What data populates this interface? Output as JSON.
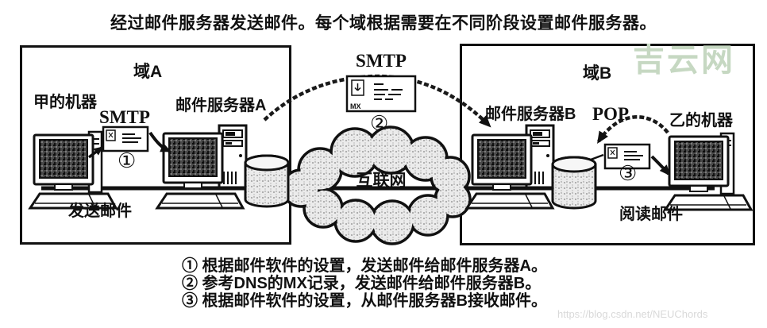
{
  "title": "经过邮件服务器发送邮件。每个域根据需要在不同阶段设置邮件服务器。",
  "domain_a": {
    "label": "域A",
    "machine_label": "甲的机器",
    "server_label": "邮件服务器A",
    "protocol": "SMTP",
    "step": "①",
    "action_label": "发送邮件"
  },
  "internet": {
    "label": "互联网",
    "protocol": "SMTP",
    "envelope_tag": "MX",
    "step": "②"
  },
  "domain_b": {
    "label": "域B",
    "server_label": "邮件服务器B",
    "protocol": "POP",
    "machine_label": "乙的机器",
    "step": "③",
    "action_label": "阅读邮件"
  },
  "notes": [
    "① 根据邮件软件的设置，发送邮件给邮件服务器A。",
    "② 参考DNS的MX记录，发送邮件给邮件服务器B。",
    "③ 根据邮件软件的设置，从邮件服务器B接收邮件。"
  ],
  "watermarks": {
    "site": "吉云网",
    "url": "https://blog.csdn.net/NEUChords"
  },
  "colors": {
    "ink": "#111111",
    "site_watermark": "#c6d8c2",
    "url_watermark": "#d9d9d9"
  }
}
